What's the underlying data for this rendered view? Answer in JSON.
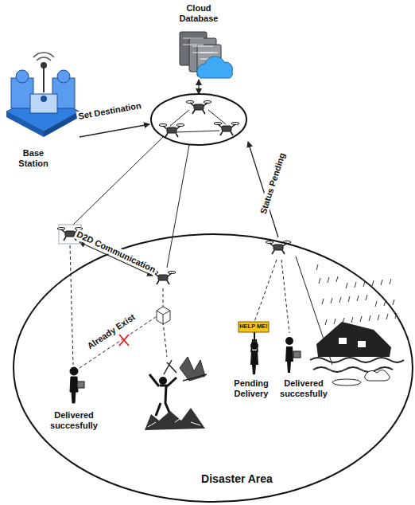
{
  "diagram": {
    "nodes": [
      {
        "text": [
          "Cloud Database"
        ]
      },
      {
        "text": [
          "Base Station"
        ]
      },
      {
        "text": [
          "Disaster Area"
        ]
      }
    ],
    "labels": [
      "Set Destination",
      "D2D Communication",
      "Status Pending",
      "Already Exist",
      "HELP ME!",
      "Delivered succesfully",
      "Pending Delivery",
      "Delivered succesfully"
    ]
  }
}
